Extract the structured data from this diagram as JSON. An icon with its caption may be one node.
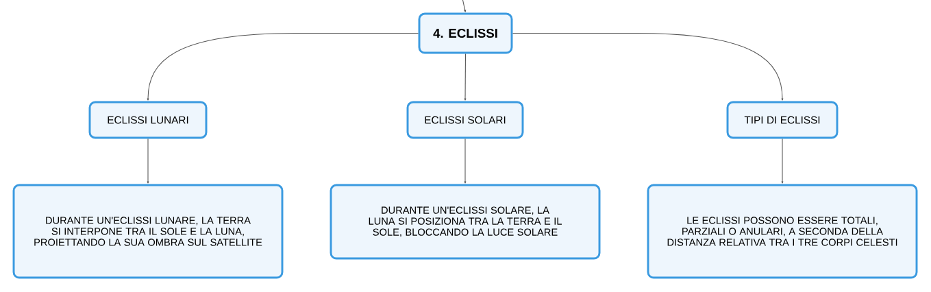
{
  "diagram": {
    "nodes": [
      {
        "text": [
          "4. ECLISSI"
        ]
      },
      {
        "text": [
          "ECLISSI LUNARI"
        ]
      },
      {
        "text": [
          "ECLISSI SOLARI"
        ]
      },
      {
        "text": [
          "TIPI DI ECLISSI"
        ]
      },
      {
        "text": [
          "DURANTE UN'ECLISSI LUNARE, LA TERRA SI INTERPONE TRA IL SOLE E LA LUNA, PROIETTANDO LA SUA OMBRA SUL SATELLITE"
        ]
      },
      {
        "text": [
          "DURANTE UN'ECLISSI SOLARE, LA LUNA SI POSIZIONA TRA LA TERRA E IL SOLE, BLOCCANDO LA LUCE SOLARE"
        ]
      },
      {
        "text": [
          "LE ECLISSI POSSONO ESSERE TOTALI, PARZIALI O ANULARI, A SECONDA DELLA DISTANZA RELATIVA TRA I TRE CORPI CELESTI"
        ]
      }
    ],
    "edges": [
      {
        "from": null,
        "to": 0,
        "arrow": "to"
      },
      {
        "from": 0,
        "to": 1,
        "arrow": "to"
      },
      {
        "from": 0,
        "to": 2,
        "arrow": "to"
      },
      {
        "from": 0,
        "to": 3,
        "arrow": "to"
      },
      {
        "from": 1,
        "to": 4,
        "arrow": "to"
      },
      {
        "from": 2,
        "to": 5,
        "arrow": "to"
      },
      {
        "from": 3,
        "to": 6,
        "arrow": "to"
      }
    ]
  }
}
